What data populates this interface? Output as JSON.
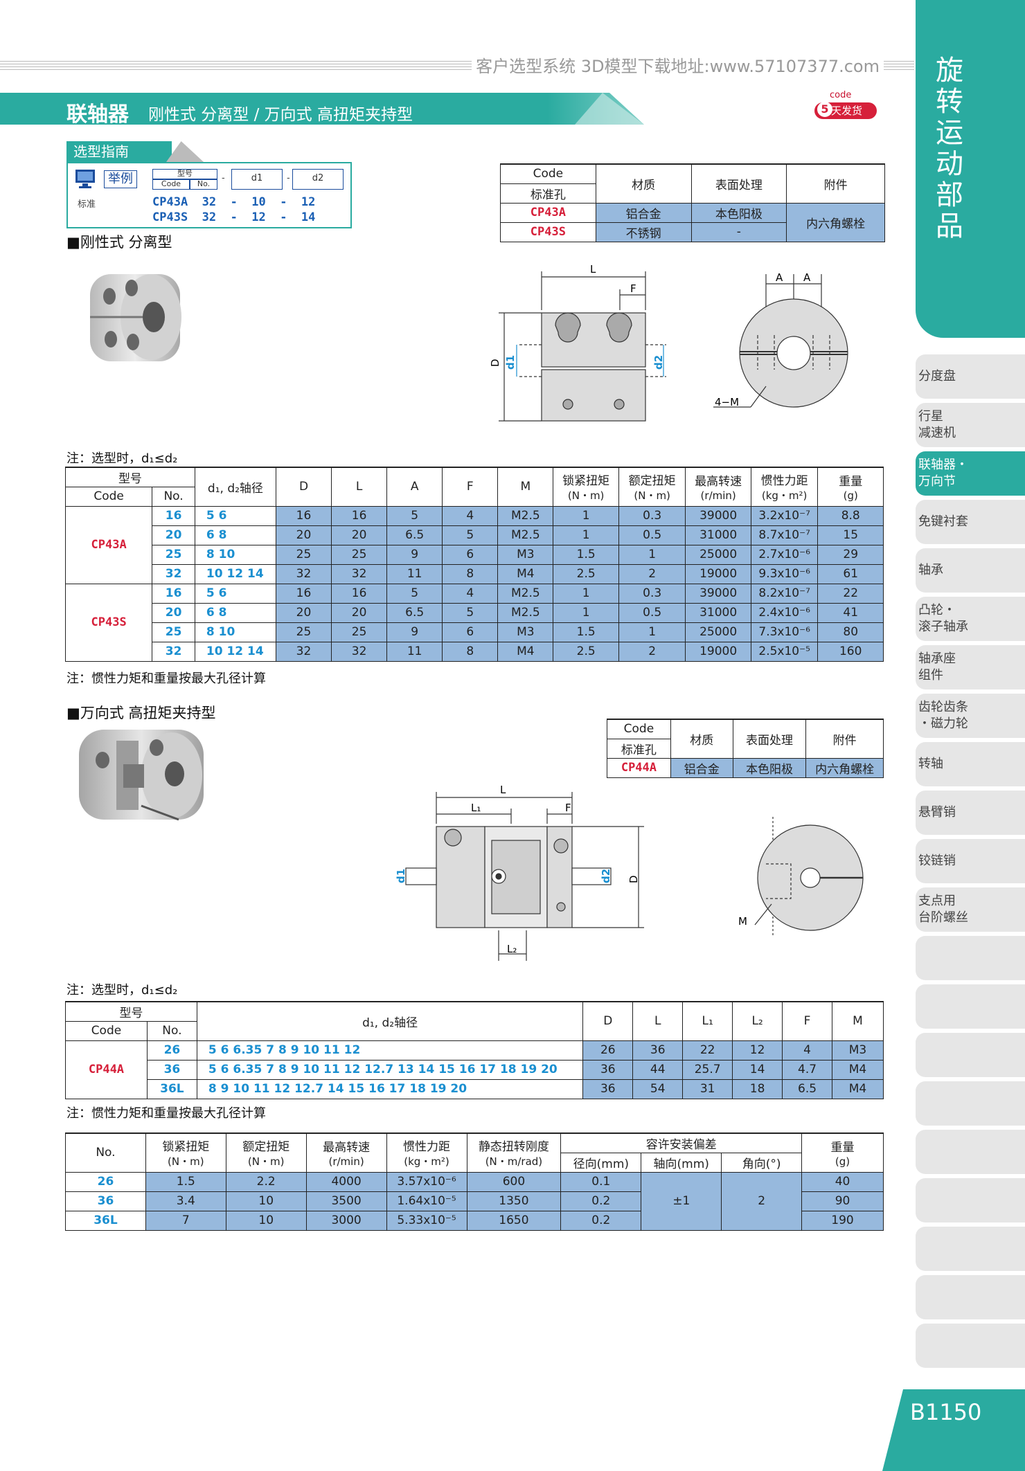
{
  "header": {
    "url_text": "客户选型系统  3D模型下载地址:www.57107377.com",
    "title_main": "联轴器",
    "title_sub": "刚性式 分离型 / 万向式 高扭矩夹持型",
    "badge_code": "code",
    "badge_num": "5",
    "badge_text": "天发货"
  },
  "sidebar": {
    "category": "旋转运动部品",
    "items": [
      {
        "label": "分度盘"
      },
      {
        "label": "行星\n减速机"
      },
      {
        "label": "联轴器・\n万向节"
      },
      {
        "label": "免键衬套"
      },
      {
        "label": "轴承"
      },
      {
        "label": "凸轮・\n滚子轴承"
      },
      {
        "label": "轴承座\n组件"
      },
      {
        "label": "齿轮齿条\n・磁力轮"
      },
      {
        "label": "转轴"
      },
      {
        "label": "悬臂销"
      },
      {
        "label": "铰链销"
      },
      {
        "label": "支点用\n台阶螺丝"
      }
    ],
    "page_number": "B1150"
  },
  "guide": {
    "tab": "选型指南",
    "example": "举例",
    "standard": "标准",
    "model": "型号",
    "code_col": "Code",
    "no_col": "No.",
    "d1": "d1",
    "d2": "d2",
    "dash": "-",
    "line1": "CP43A  32  -  10  -  12",
    "line2": "CP43S  32  -  12  -  14"
  },
  "section1": {
    "heading": "■刚性式 分离型",
    "note_before": "注：选型时，d₁≤d₂",
    "note_after": "注：惯性力矩和重量按最大孔径计算",
    "material_table": {
      "h_code": "Code",
      "h_hole": "标准孔",
      "h_material": "材质",
      "h_surface": "表面处理",
      "h_accessory": "附件",
      "rows": [
        {
          "code": "CP43A",
          "material": "铝合金",
          "surface": "本色阳极"
        },
        {
          "code": "CP43S",
          "material": "不锈钢",
          "surface": "-"
        }
      ],
      "accessory": "内六角螺栓"
    },
    "drawing": {
      "L": "L",
      "F": "F",
      "D": "D",
      "d1": "d1",
      "d2": "d2",
      "A": "A",
      "M": "4−M"
    },
    "spec_table": {
      "h_model": "型号",
      "h_code": "Code",
      "h_no": "No.",
      "h_bore": "d₁, d₂轴径",
      "h_D": "D",
      "h_L": "L",
      "h_A": "A",
      "h_F": "F",
      "h_M": "M",
      "h_lock": "锁紧扭矩",
      "h_lock_u": "(N・m)",
      "h_rated": "额定扭矩",
      "h_rated_u": "(N・m)",
      "h_speed": "最高转速",
      "h_speed_u": "(r/min)",
      "h_inertia": "惯性力距",
      "h_inertia_u": "(kg・m²)",
      "h_weight": "重量",
      "h_weight_u": "(g)",
      "groups": [
        {
          "code": "CP43A",
          "rows": [
            {
              "no": "16",
              "bore": "5 6",
              "D": "16",
              "L": "16",
              "A": "5",
              "F": "4",
              "M": "M2.5",
              "lock": "1",
              "rated": "0.3",
              "speed": "39000",
              "inertia": "3.2x10⁻⁷",
              "weight": "8.8"
            },
            {
              "no": "20",
              "bore": "6 8",
              "D": "20",
              "L": "20",
              "A": "6.5",
              "F": "5",
              "M": "M2.5",
              "lock": "1",
              "rated": "0.5",
              "speed": "31000",
              "inertia": "8.7x10⁻⁷",
              "weight": "15"
            },
            {
              "no": "25",
              "bore": "8 10",
              "D": "25",
              "L": "25",
              "A": "9",
              "F": "6",
              "M": "M3",
              "lock": "1.5",
              "rated": "1",
              "speed": "25000",
              "inertia": "2.7x10⁻⁶",
              "weight": "29"
            },
            {
              "no": "32",
              "bore": "10 12 14",
              "D": "32",
              "L": "32",
              "A": "11",
              "F": "8",
              "M": "M4",
              "lock": "2.5",
              "rated": "2",
              "speed": "19000",
              "inertia": "9.3x10⁻⁶",
              "weight": "61"
            }
          ]
        },
        {
          "code": "CP43S",
          "rows": [
            {
              "no": "16",
              "bore": "5 6",
              "D": "16",
              "L": "16",
              "A": "5",
              "F": "4",
              "M": "M2.5",
              "lock": "1",
              "rated": "0.3",
              "speed": "39000",
              "inertia": "8.2x10⁻⁷",
              "weight": "22"
            },
            {
              "no": "20",
              "bore": "6 8",
              "D": "20",
              "L": "20",
              "A": "6.5",
              "F": "5",
              "M": "M2.5",
              "lock": "1",
              "rated": "0.5",
              "speed": "31000",
              "inertia": "2.4x10⁻⁶",
              "weight": "41"
            },
            {
              "no": "25",
              "bore": "8 10",
              "D": "25",
              "L": "25",
              "A": "9",
              "F": "6",
              "M": "M3",
              "lock": "1.5",
              "rated": "1",
              "speed": "25000",
              "inertia": "7.3x10⁻⁶",
              "weight": "80"
            },
            {
              "no": "32",
              "bore": "10 12 14",
              "D": "32",
              "L": "32",
              "A": "11",
              "F": "8",
              "M": "M4",
              "lock": "2.5",
              "rated": "2",
              "speed": "19000",
              "inertia": "2.5x10⁻⁵",
              "weight": "160"
            }
          ]
        }
      ]
    }
  },
  "section2": {
    "heading": "■万向式 高扭矩夹持型",
    "note_before": "注：选型时，d₁≤d₂",
    "note_after": "注：惯性力矩和重量按最大孔径计算",
    "material_table": {
      "h_code": "Code",
      "h_hole": "标准孔",
      "h_material": "材质",
      "h_surface": "表面处理",
      "h_accessory": "附件",
      "code": "CP44A",
      "material": "铝合金",
      "surface": "本色阳极",
      "accessory": "内六角螺栓"
    },
    "drawing": {
      "L": "L",
      "L1": "L₁",
      "L2": "L₂",
      "F": "F",
      "D": "D",
      "d1": "d1",
      "d2": "d2",
      "M": "M"
    },
    "dim_table": {
      "h_model": "型号",
      "h_code": "Code",
      "h_no": "No.",
      "h_bore": "d₁, d₂轴径",
      "h_D": "D",
      "h_L": "L",
      "h_L1": "L₁",
      "h_L2": "L₂",
      "h_F": "F",
      "h_M": "M",
      "code": "CP44A",
      "rows": [
        {
          "no": "26",
          "bore": "5 6 6.35 7 8 9 10 11 12",
          "D": "26",
          "L": "36",
          "L1": "22",
          "L2": "12",
          "F": "4",
          "M": "M3"
        },
        {
          "no": "36",
          "bore": "5 6 6.35 7 8 9 10 11 12 12.7 13 14 15 16 17 18 19 20",
          "D": "36",
          "L": "44",
          "L1": "25.7",
          "L2": "14",
          "F": "4.7",
          "M": "M4"
        },
        {
          "no": "36L",
          "bore": "8 9 10 11 12 12.7 14 15 16 17 18 19 20",
          "D": "36",
          "L": "54",
          "L1": "31",
          "L2": "18",
          "F": "6.5",
          "M": "M4"
        }
      ]
    },
    "perf_table": {
      "h_no": "No.",
      "h_lock": "锁紧扭矩",
      "h_lock_u": "(N・m)",
      "h_rated": "额定扭矩",
      "h_rated_u": "(N・m)",
      "h_speed": "最高转速",
      "h_speed_u": "(r/min)",
      "h_inertia": "惯性力距",
      "h_inertia_u": "(kg・m²)",
      "h_stiff": "静态扭转刚度",
      "h_stiff_u": "(N・m/rad)",
      "h_allow": "容许安装偏差",
      "h_radial": "径向(mm)",
      "h_axial": "轴向(mm)",
      "h_angle": "角向(°)",
      "h_weight": "重量",
      "h_weight_u": "(g)",
      "axial": "±1",
      "angle": "2",
      "rows": [
        {
          "no": "26",
          "lock": "1.5",
          "rated": "2.2",
          "speed": "4000",
          "inertia": "3.57x10⁻⁶",
          "stiff": "600",
          "radial": "0.1",
          "weight": "40"
        },
        {
          "no": "36",
          "lock": "3.4",
          "rated": "10",
          "speed": "3500",
          "inertia": "1.64x10⁻⁵",
          "stiff": "1350",
          "radial": "0.2",
          "weight": "90"
        },
        {
          "no": "36L",
          "lock": "7",
          "rated": "10",
          "speed": "3000",
          "inertia": "5.33x10⁻⁵",
          "stiff": "1650",
          "radial": "0.2",
          "weight": "190"
        }
      ]
    }
  }
}
